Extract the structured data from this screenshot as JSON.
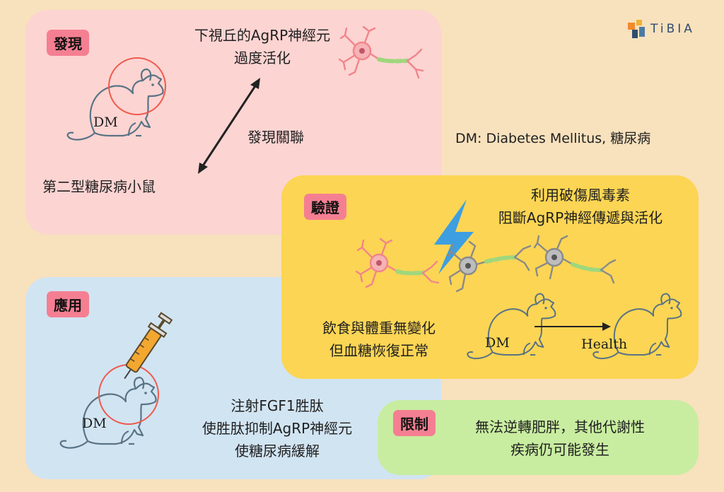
{
  "logo": {
    "text": "TiBIA"
  },
  "footnote": "DM: Diabetes Mellitus, 糖尿病",
  "discovery": {
    "tag": "發現",
    "finding_lines": [
      "下視丘的AgRP神經元",
      "過度活化"
    ],
    "relation": "發現關聯",
    "model": "第二型糖尿病小鼠",
    "mouse_label": "DM"
  },
  "verification": {
    "tag": "驗證",
    "method_lines": [
      "利用破傷風毒素",
      "阻斷AgRP神經傳遞與活化"
    ],
    "result_lines": [
      "飲食與體重無變化",
      "但血糖恢復正常"
    ],
    "from_label": "DM",
    "to_label": "Health"
  },
  "application": {
    "tag": "應用",
    "lines": [
      "注射FGF1胜肽",
      "使胜肽抑制AgRP神經元",
      "使糖尿病緩解"
    ],
    "mouse_label": "DM"
  },
  "limitation": {
    "tag": "限制",
    "lines": [
      "無法逆轉肥胖，其他代謝性",
      "疾病仍可能發生"
    ]
  },
  "colors": {
    "background": "#f8e1bd",
    "discovery_panel": "#fcd4d2",
    "verification_panel": "#fcd554",
    "application_panel": "#d1e4f2",
    "limitation_panel": "#c8eda0",
    "tag": "#f57f92",
    "active_neuron": "#f1858b",
    "inactive_neuron": "#8a8a8a",
    "mouse_stroke": "#5a7384",
    "highlight_circle": "#ef5a4d",
    "lightning": "#3d9fe0",
    "syringe_fluid": "#f2a730"
  }
}
